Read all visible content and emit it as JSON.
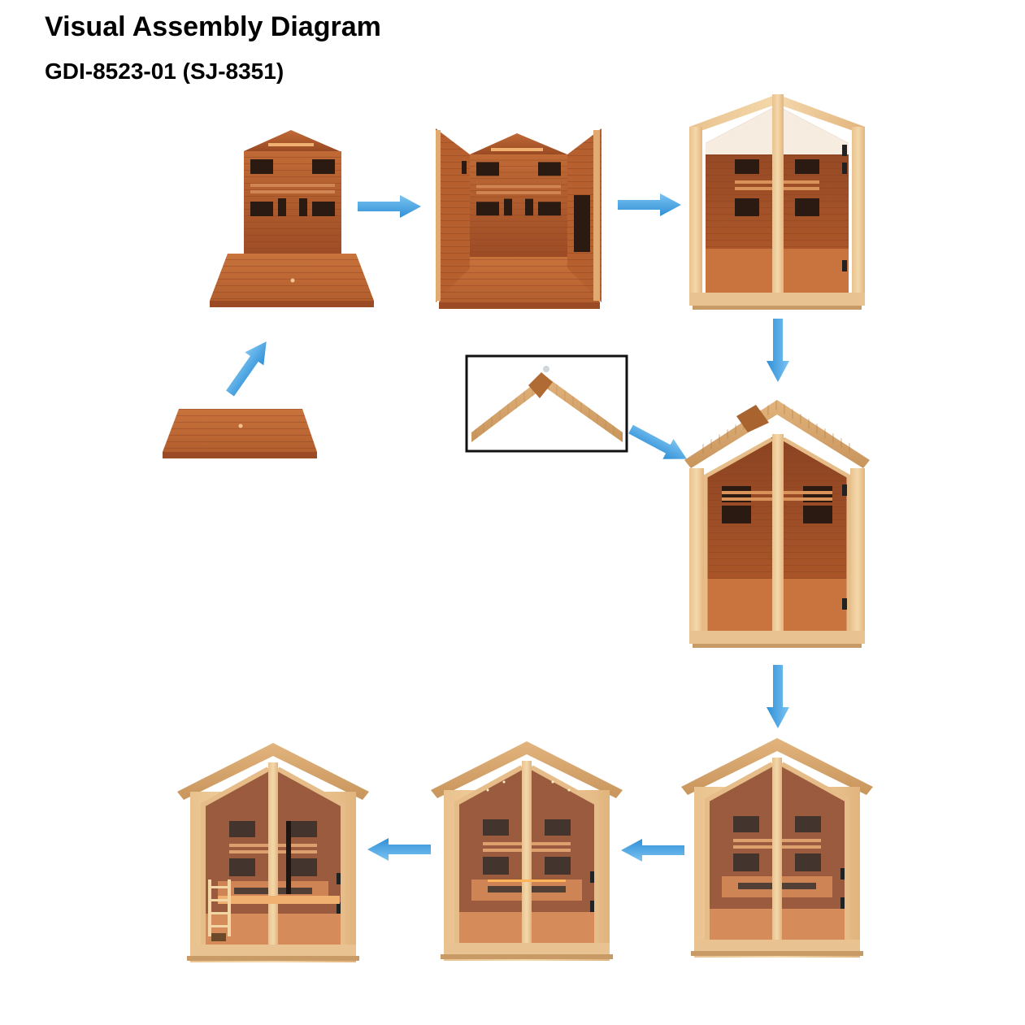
{
  "header": {
    "title": "Visual Assembly Diagram",
    "model": "GDI-8523-01 (SJ-8351)"
  },
  "colors": {
    "wood_dark": "#a8542b",
    "wood_mid": "#c76f3a",
    "wood_light": "#e8c08a",
    "frame_light": "#f0d2a2",
    "panel_dark": "#3a2418",
    "arrow_blue": "#3e9fe0"
  },
  "steps": [
    {
      "name": "floor-platform"
    },
    {
      "name": "back-wall-on-floor"
    },
    {
      "name": "side-walls-added"
    },
    {
      "name": "front-frame-installed"
    },
    {
      "name": "roof-panel-detail"
    },
    {
      "name": "roof-installed"
    },
    {
      "name": "front-trim-added"
    },
    {
      "name": "interior-lighting"
    },
    {
      "name": "bench-and-accessories"
    }
  ]
}
